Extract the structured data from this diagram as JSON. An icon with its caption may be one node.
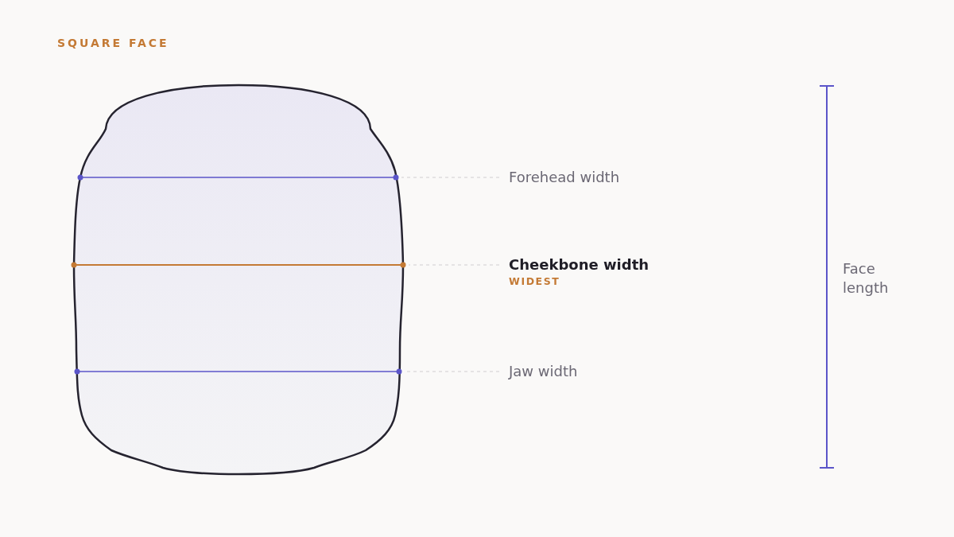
{
  "diagram": {
    "title": "SQUARE FACE",
    "nodes": [
      {
        "text": [
          "Forehead width"
        ]
      },
      {
        "text": [
          "Cheekbone width",
          "WIDEST"
        ]
      },
      {
        "text": [
          "Jaw width"
        ]
      }
    ],
    "edges": [
      {
        "from": 0,
        "to": null,
        "arrow": "none",
        "style": "dashed"
      },
      {
        "from": 1,
        "to": null,
        "arrow": "none",
        "style": "dashed"
      },
      {
        "from": 2,
        "to": null,
        "arrow": "none",
        "style": "dashed"
      }
    ],
    "labels": [
      "Face length"
    ]
  }
}
